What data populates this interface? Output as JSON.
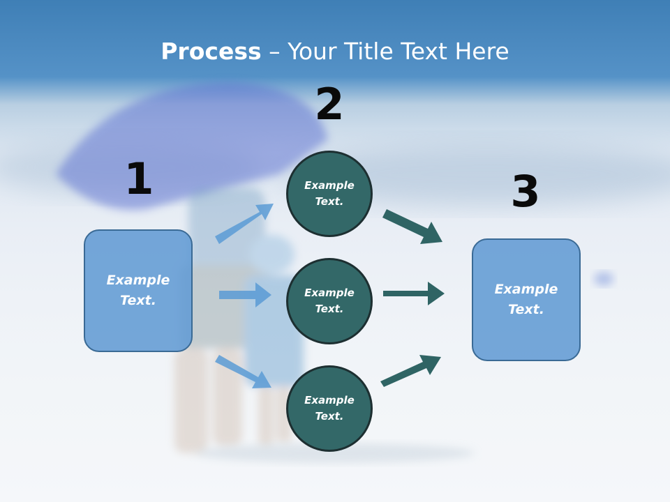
{
  "slide": {
    "title_bold": "Process",
    "title_rest": " – Your Title Text Here"
  },
  "steps": {
    "one": "1",
    "two": "2",
    "three": "3"
  },
  "left_box": {
    "text": "Example\nText."
  },
  "right_box": {
    "text": "Example\nText."
  },
  "circles": [
    {
      "text": "Example\nText."
    },
    {
      "text": "Example\nText."
    },
    {
      "text": "Example\nText."
    }
  ],
  "colors": {
    "title_band": "#4a88c0",
    "box_fill": "#629bd4",
    "box_border": "#3a6a95",
    "circle_fill": "#336868",
    "circle_border": "#1d2f31",
    "arrow_in": "#5b9bd5",
    "arrow_out": "#2f6464"
  }
}
